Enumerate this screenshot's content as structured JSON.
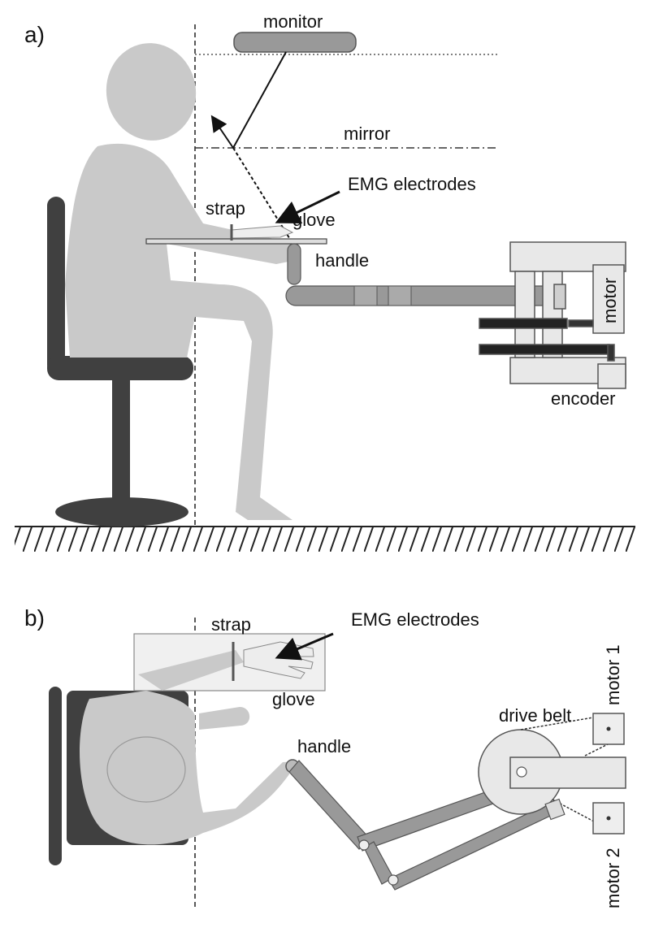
{
  "panel_a": {
    "panel_label": "a)",
    "labels": {
      "monitor": "monitor",
      "mirror": "mirror",
      "emg": "EMG electrodes",
      "strap": "strap",
      "glove": "glove",
      "handle": "handle",
      "motor": "motor",
      "encoder": "encoder"
    }
  },
  "panel_b": {
    "panel_label": "b)",
    "labels": {
      "emg": "EMG electrodes",
      "strap": "strap",
      "glove": "glove",
      "handle": "handle",
      "drive_belt": "drive belt",
      "motor1": "motor 1",
      "motor2": "motor 2"
    }
  },
  "colors": {
    "body": "#c9c9c9",
    "chair": "#404040",
    "robot_fill": "#e8e8e8",
    "robot_stroke": "#555555",
    "arm": "#999999",
    "ink": "#111111"
  }
}
